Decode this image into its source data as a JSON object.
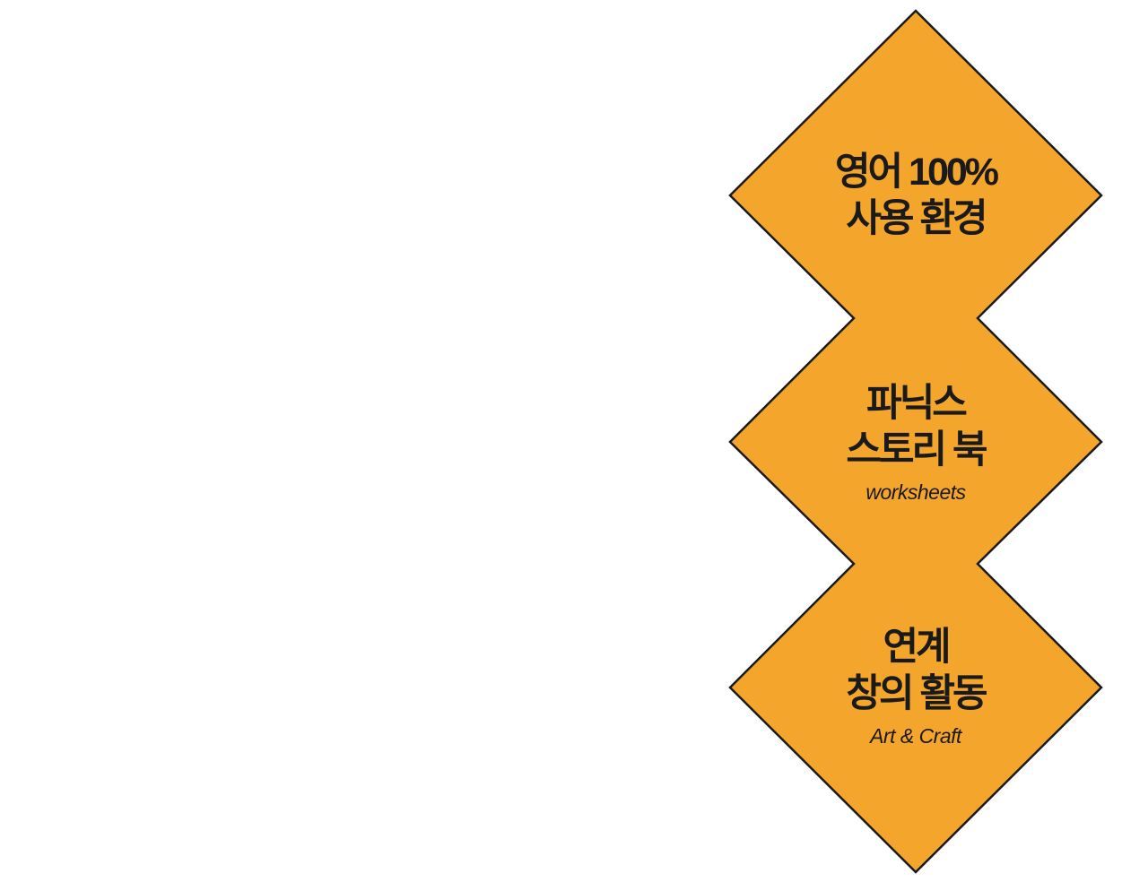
{
  "colors": {
    "fill": "#F4A52C",
    "stroke": "#1a1a1a",
    "text": "#1a1a1a",
    "background": "#ffffff"
  },
  "diamonds": [
    {
      "lines": [
        "영어 100%",
        "사용 환경"
      ],
      "subtitle": ""
    },
    {
      "lines": [
        "파닉스",
        "스토리 북"
      ],
      "subtitle": "worksheets"
    },
    {
      "lines": [
        "연계",
        "창의 활동"
      ],
      "subtitle": "Art & Craft"
    }
  ]
}
